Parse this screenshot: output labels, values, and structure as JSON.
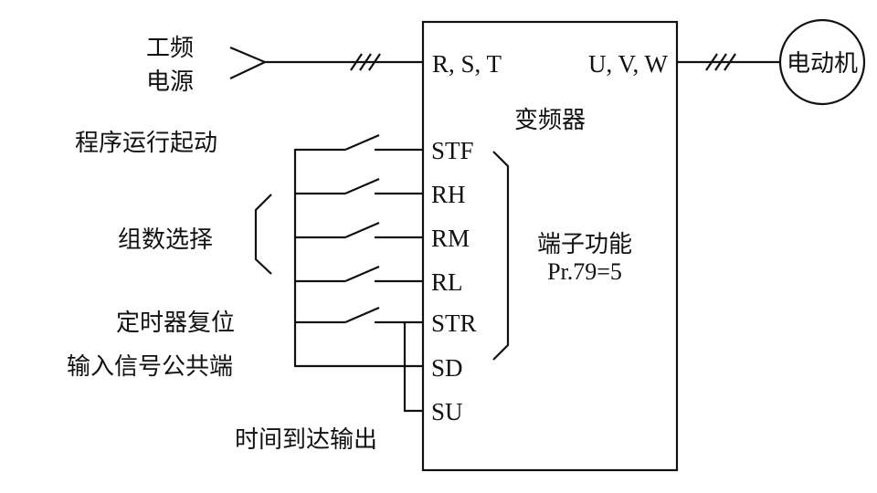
{
  "power_source": {
    "label_line1": "工频",
    "label_line2": "电源"
  },
  "inverter": {
    "title": "变频器",
    "input_terminals": "R, S, T",
    "output_terminals": "U, V, W",
    "function_label": "端子功能",
    "parameter": "Pr.79=5"
  },
  "motor": {
    "label": "电动机"
  },
  "terminals": [
    "STF",
    "RH",
    "RM",
    "RL",
    "STR",
    "SD",
    "SU"
  ],
  "signal_labels": {
    "program_start": "程序运行起动",
    "group_select": "组数选择",
    "timer_reset": "定时器复位",
    "common": "输入信号公共端",
    "time_reached_output": "时间到达输出"
  }
}
